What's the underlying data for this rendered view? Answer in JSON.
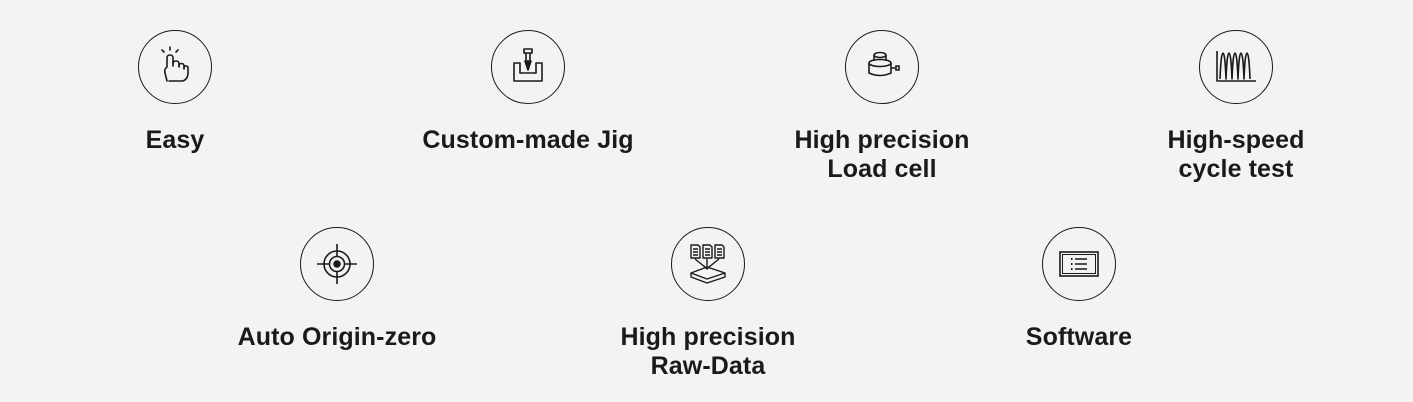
{
  "features": [
    {
      "icon": "hand-pointer-icon",
      "lines": [
        "Easy"
      ]
    },
    {
      "icon": "custom-jig-icon",
      "lines": [
        "Custom-made Jig"
      ]
    },
    {
      "icon": "load-cell-icon",
      "lines": [
        "High precision",
        "Load cell"
      ]
    },
    {
      "icon": "waveform-icon",
      "lines": [
        "High-speed",
        "cycle test"
      ]
    },
    {
      "icon": "target-crosshair-icon",
      "lines": [
        "Auto Origin-zero"
      ]
    },
    {
      "icon": "raw-data-icon",
      "lines": [
        "High precision",
        "Raw-Data"
      ]
    },
    {
      "icon": "software-window-icon",
      "lines": [
        "Software"
      ]
    }
  ]
}
